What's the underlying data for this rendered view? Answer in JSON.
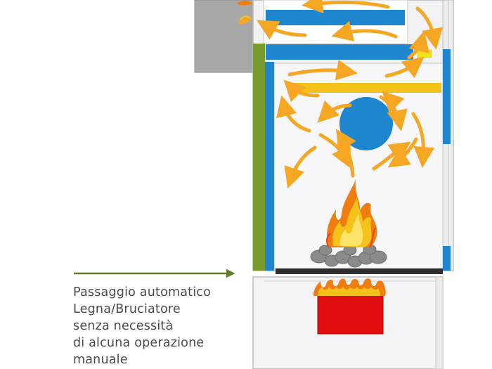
{
  "caption": {
    "lines": [
      "Passaggio automatico",
      "Legna/Bruciatore",
      "senza necessità",
      "di alcuna operazione",
      "manuale"
    ]
  },
  "colors": {
    "wall_blue": "#1e86cf",
    "flame_orange": "#f5a623",
    "baffle_yellow": "#f2c21a",
    "side_green": "#7a9a2e",
    "flue_gray": "#a8a8a8",
    "burner_red": "#e01010",
    "grate_dark": "#2e2e2e",
    "pointer_green": "#5f7d2a"
  }
}
